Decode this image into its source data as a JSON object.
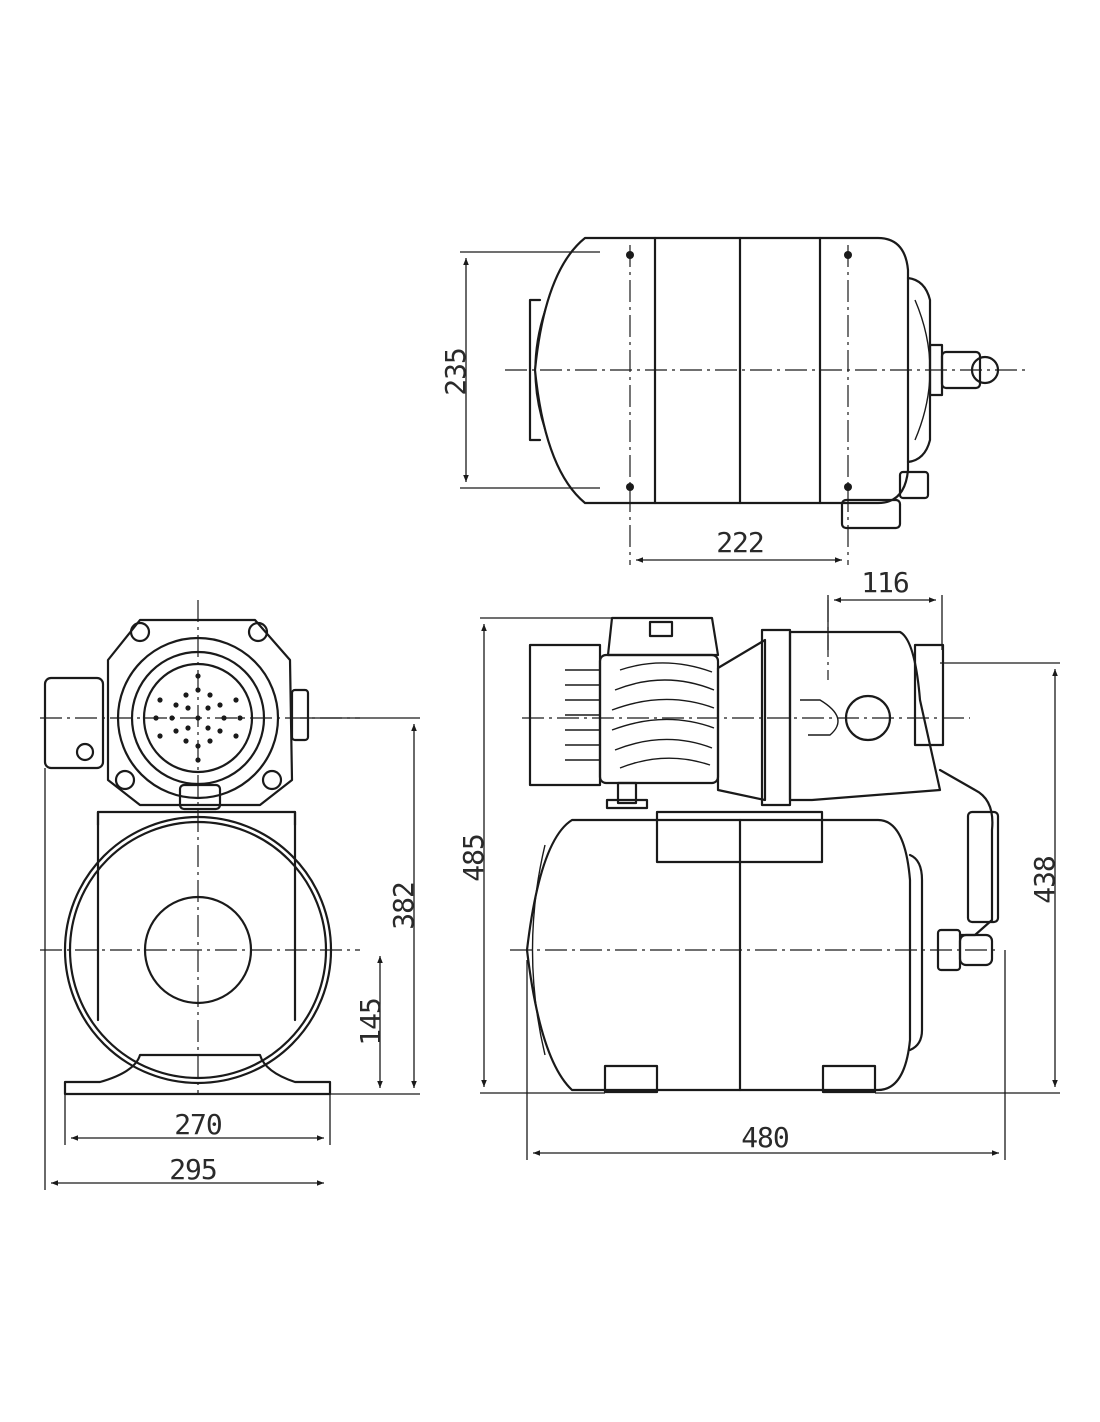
{
  "drawing": {
    "views": [
      "top-view",
      "side-view",
      "front-view"
    ],
    "dimensions": {
      "top_height": "235",
      "top_width": "222",
      "side_motor_offset": "116",
      "side_total_height": "485",
      "side_outlet_height": "438",
      "side_total_length": "480",
      "front_center_height": "382",
      "front_tank_axis_height": "145",
      "front_base_width": "270",
      "front_total_width": "295"
    },
    "colors": {
      "line": "#1a1a1a",
      "background": "#ffffff"
    }
  }
}
